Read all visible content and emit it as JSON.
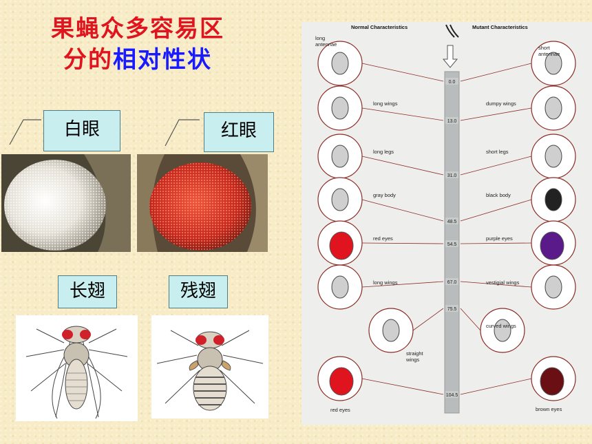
{
  "slide": {
    "title_line1": "果蝇众多容易区",
    "title_line2_red": "分的",
    "title_line2_blue": "相对性状"
  },
  "eye_labels": {
    "white": "白眼",
    "red": "红眼"
  },
  "wing_labels": {
    "long": "长翅",
    "vestigial": "残翅"
  },
  "chart": {
    "header_left": "Normal Characteristics",
    "header_right": "Mutant Characteristics",
    "positions": [
      "0.0",
      "13.0",
      "31.0",
      "48.5",
      "54.5",
      "67.0",
      "75.5",
      "104.5"
    ],
    "normal": [
      {
        "line1": "long",
        "line2": "antennae"
      },
      {
        "line1": "long wings",
        "line2": ""
      },
      {
        "line1": "long legs",
        "line2": ""
      },
      {
        "line1": "gray body",
        "line2": ""
      },
      {
        "line1": "red eyes",
        "line2": ""
      },
      {
        "line1": "long wings",
        "line2": ""
      },
      {
        "line1": "straight",
        "line2": "wings"
      },
      {
        "line1": "red eyes",
        "line2": ""
      }
    ],
    "mutant": [
      {
        "line1": "short",
        "line2": "antennae"
      },
      {
        "line1": "dumpy wings",
        "line2": ""
      },
      {
        "line1": "short legs",
        "line2": ""
      },
      {
        "line1": "black body",
        "line2": ""
      },
      {
        "line1": "purple eyes",
        "line2": ""
      },
      {
        "line1": "vestigial wings",
        "line2": ""
      },
      {
        "line1": "curved wings",
        "line2": ""
      },
      {
        "line1": "brown eyes",
        "line2": ""
      }
    ],
    "colors": {
      "red_eye": "#e0141e",
      "purple_eye": "#5a1a8a",
      "brown_eye": "#6a0f14",
      "circle": "#8a2a24"
    }
  }
}
